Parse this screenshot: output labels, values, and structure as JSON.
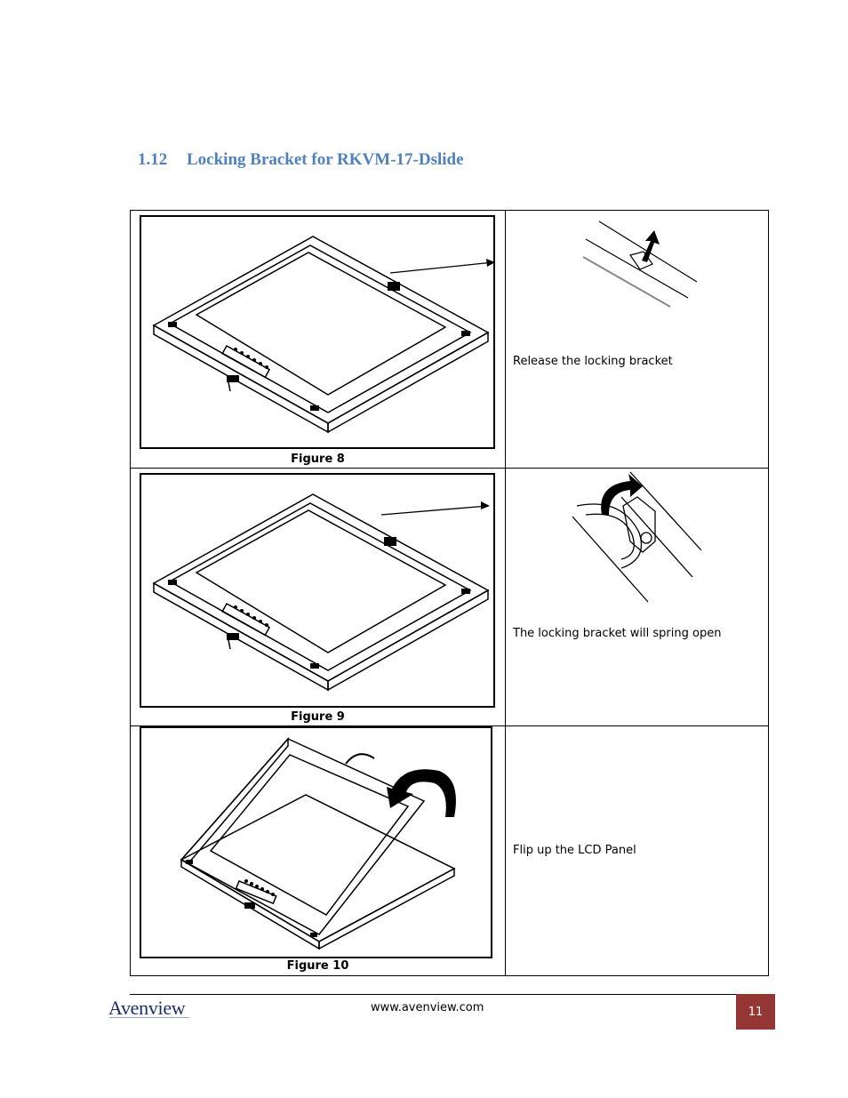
{
  "section": {
    "number": "1.12",
    "title": "Locking Bracket for RKVM-17-Dslide"
  },
  "steps": [
    {
      "figure_caption": "Figure 8",
      "text": "Release the locking bracket"
    },
    {
      "figure_caption": "Figure 9",
      "text": "The locking bracket will spring open"
    },
    {
      "figure_caption": "Figure 10",
      "text": "Flip up the LCD Panel"
    }
  ],
  "footer": {
    "logo_text": "Avenview",
    "url": "www.avenview.com",
    "page_number": "11"
  },
  "colors": {
    "heading": "#4f81bd",
    "page_number_bg": "#943634",
    "logo": "#1a2d6b"
  },
  "icons": [
    "monitor-drawing",
    "arrow-pointer",
    "curved-arrow-icon",
    "bracket-detail-drawing"
  ]
}
